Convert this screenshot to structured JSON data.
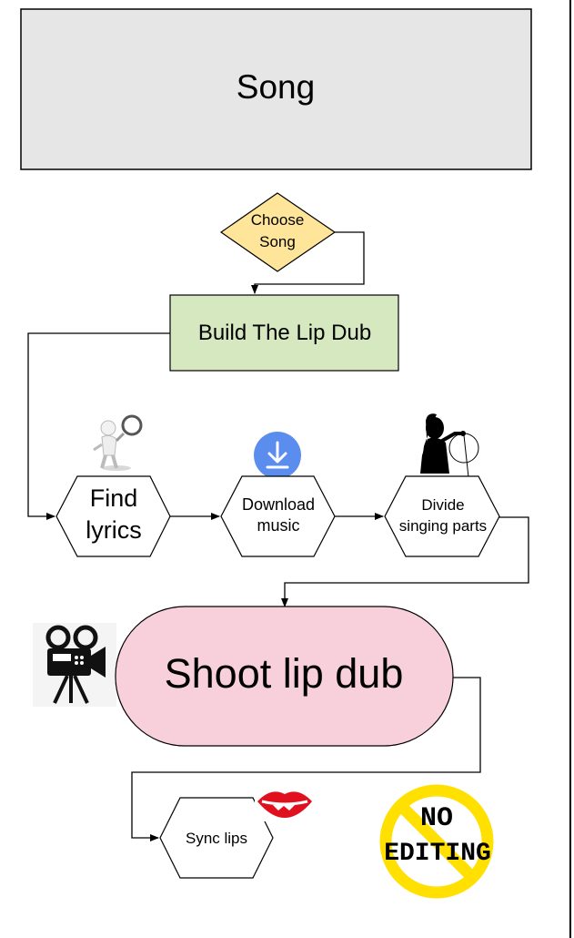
{
  "header": {
    "title": "Song"
  },
  "nodes": {
    "choose_song": {
      "line1": "Choose",
      "line2": "Song",
      "color": "#FFE599"
    },
    "build": {
      "label": "Build The Lip Dub",
      "color": "#D5E8C0"
    },
    "find_lyrics": {
      "line1": "Find",
      "line2": "lyrics"
    },
    "download_music": {
      "line1": "Download",
      "line2": "music"
    },
    "divide_parts": {
      "line1": "Divide",
      "line2": "singing parts"
    },
    "shoot": {
      "label": "Shoot lip dub",
      "color": "#F8D0DC"
    },
    "sync_lips": {
      "label": "Sync lips"
    }
  },
  "badges": {
    "no_editing": {
      "line1": "NO",
      "line2": "EDITING",
      "ring_color": "#FFE000"
    }
  },
  "icons": [
    "magnifier-figure-icon",
    "download-icon",
    "singer-silhouette-icon",
    "movie-camera-icon",
    "lips-icon",
    "no-editing-sign-icon"
  ],
  "colors": {
    "header_fill": "#E6E6E6",
    "download_blue": "#5B8DEF",
    "lips_red": "#E0101E"
  }
}
